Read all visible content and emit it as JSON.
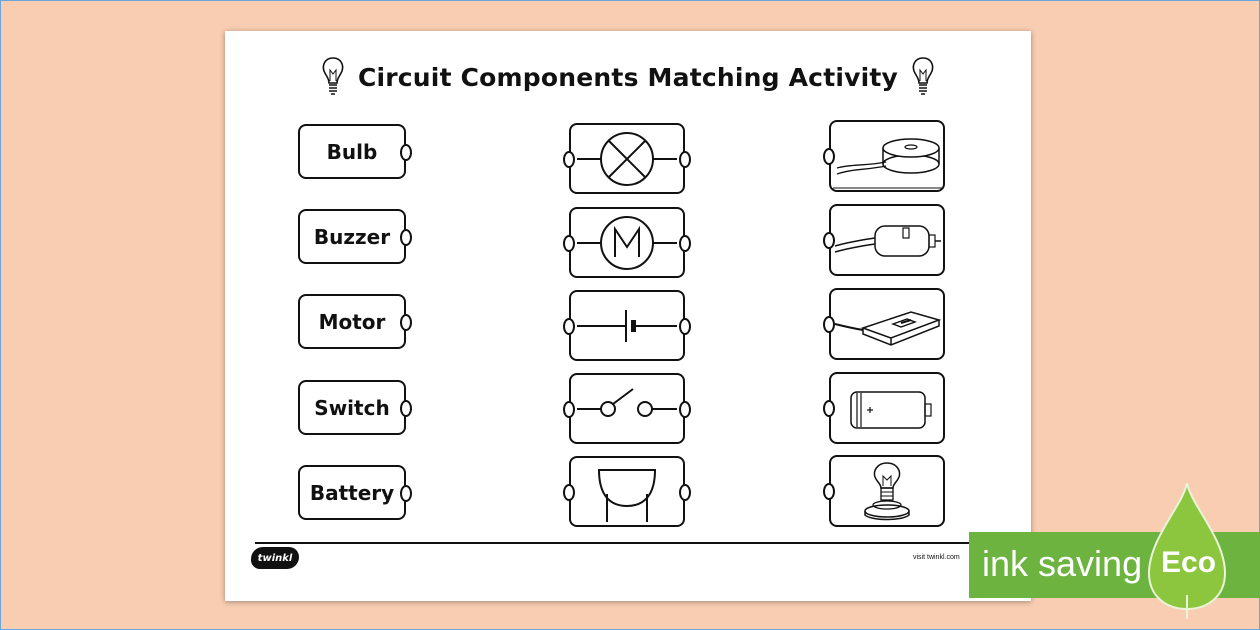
{
  "title": "Circuit Components Matching Activity",
  "words": [
    "Bulb",
    "Buzzer",
    "Motor",
    "Switch",
    "Battery"
  ],
  "symbols": [
    "lamp-symbol-icon",
    "motor-symbol-icon",
    "cell-symbol-icon",
    "switch-symbol-icon",
    "buzzer-symbol-icon"
  ],
  "pictures": [
    "buzzer-picture-icon",
    "motor-picture-icon",
    "switch-picture-icon",
    "battery-picture-icon",
    "bulb-picture-icon"
  ],
  "footer": {
    "logo": "twinkl",
    "visit": "visit twinkl.com"
  },
  "eco": {
    "label": "ink saving",
    "badge": "Eco"
  },
  "colors": {
    "background": "#f8cdb1",
    "eco_green": "#6db33f",
    "eco_drop": "#8cc63f"
  }
}
